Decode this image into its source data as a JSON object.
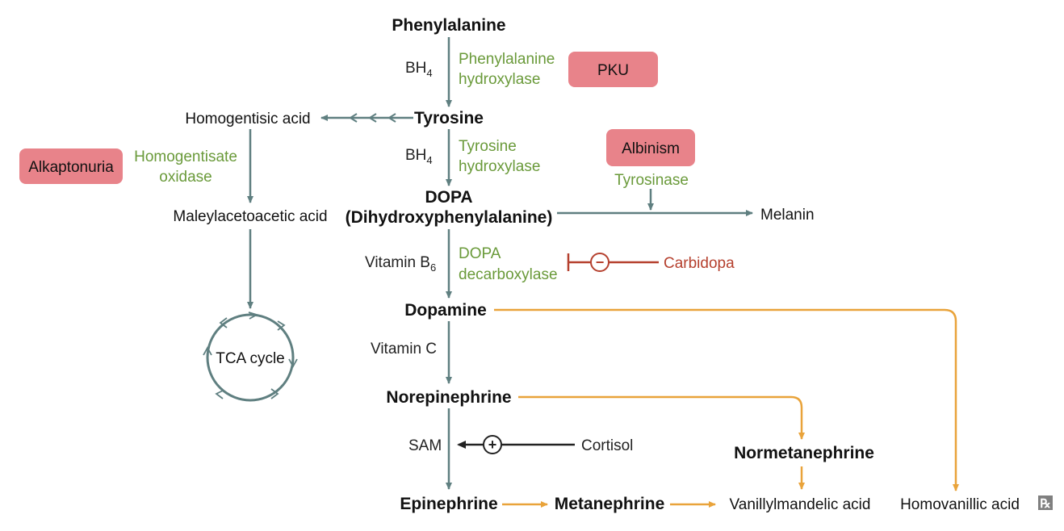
{
  "nodes": {
    "phenylalanine": "Phenylalanine",
    "tyrosine": "Tyrosine",
    "homogentisic_acid": "Homogentisic acid",
    "maleylacetoacetic_acid": "Maleylacetoacetic acid",
    "tca_cycle": "TCA cycle",
    "dopa_line1": "DOPA",
    "dopa_line2": "(Dihydroxyphenylalanine)",
    "melanin": "Melanin",
    "dopamine": "Dopamine",
    "norepinephrine": "Norepinephrine",
    "epinephrine": "Epinephrine",
    "metanephrine": "Metanephrine",
    "normetanephrine": "Normetanephrine",
    "vanillylmandelic_acid": "Vanillylmandelic acid",
    "homovanillic_acid": "Homovanillic acid"
  },
  "cofactors": {
    "bh4_base": "BH",
    "bh4_sub": "4",
    "vitamin_b6_base": "Vitamin B",
    "vitamin_b6_sub": "6",
    "vitamin_c": "Vitamin C",
    "sam": "SAM",
    "cortisol": "Cortisol"
  },
  "enzymes": {
    "phenylalanine_hydroxylase_line1": "Phenylalanine",
    "phenylalanine_hydroxylase_line2": "hydroxylase",
    "tyrosine_hydroxylase_line1": "Tyrosine",
    "tyrosine_hydroxylase_line2": "hydroxylase",
    "homogentisate_oxidase_line1": "Homogentisate",
    "homogentisate_oxidase_line2": "oxidase",
    "tyrosinase": "Tyrosinase",
    "dopa_decarboxylase_line1": "DOPA",
    "dopa_decarboxylase_line2": "decarboxylase"
  },
  "diseases": {
    "pku": "PKU",
    "alkaptonuria": "Alkaptonuria",
    "albinism": "Albinism"
  },
  "inhibitors": {
    "carbidopa": "Carbidopa"
  },
  "symbols": {
    "minus": "−",
    "plus": "+",
    "rx": "℞"
  },
  "colors": {
    "pathway_arrow": "#5f7f80",
    "metabolite_arrow": "#e9a33a",
    "enzyme_text": "#6a9a3a",
    "disease_box": "#e8838a",
    "inhibitor": "#b5402e"
  }
}
